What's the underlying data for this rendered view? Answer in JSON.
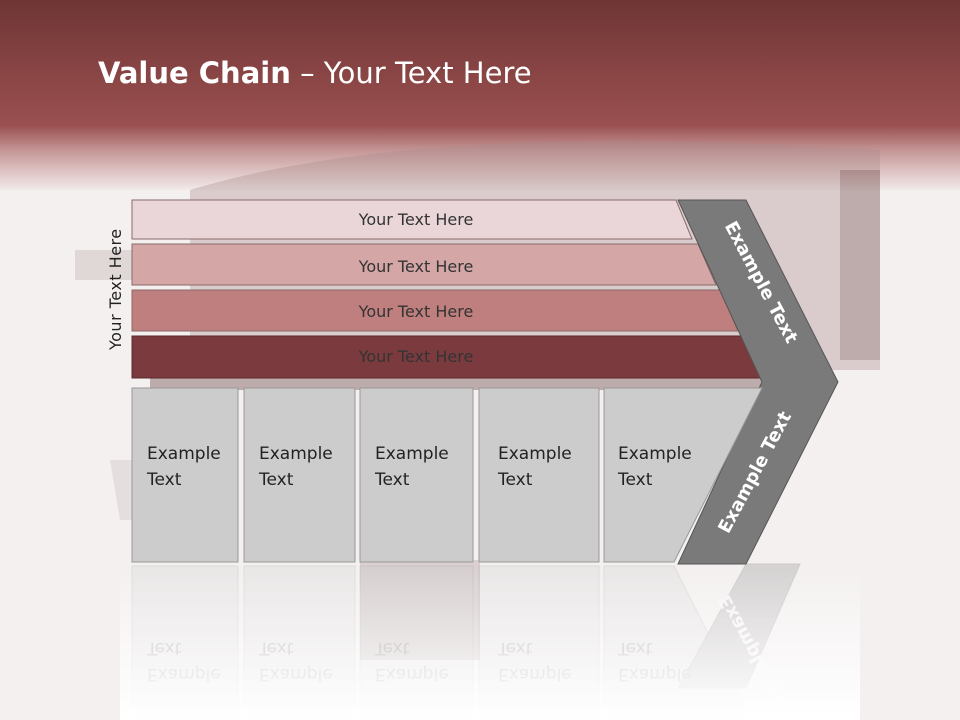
{
  "title": {
    "bold": "Value Chain",
    "rest": " – Your Text Here"
  },
  "side_label": "Your Text Here",
  "bars": [
    {
      "label": "Your Text Here",
      "color": "#ead6d8"
    },
    {
      "label": "Your Text Here",
      "color": "#d4a6a6"
    },
    {
      "label": "Your Text Here",
      "color": "#bf7f7e"
    },
    {
      "label": "Your Text Here",
      "color": "#7b3b3e"
    }
  ],
  "boxes": [
    {
      "line1": "Example",
      "line2": "Text"
    },
    {
      "line1": "Example",
      "line2": "Text"
    },
    {
      "line1": "Example",
      "line2": "Text"
    },
    {
      "line1": "Example",
      "line2": "Text"
    },
    {
      "line1": "Example",
      "line2": "Text"
    }
  ],
  "chevron": {
    "upper": "Example Text",
    "lower": "Example Text",
    "color": "#7a7a7a"
  },
  "colors": {
    "box_fill": "#cccccc",
    "header": "#8a4545"
  }
}
